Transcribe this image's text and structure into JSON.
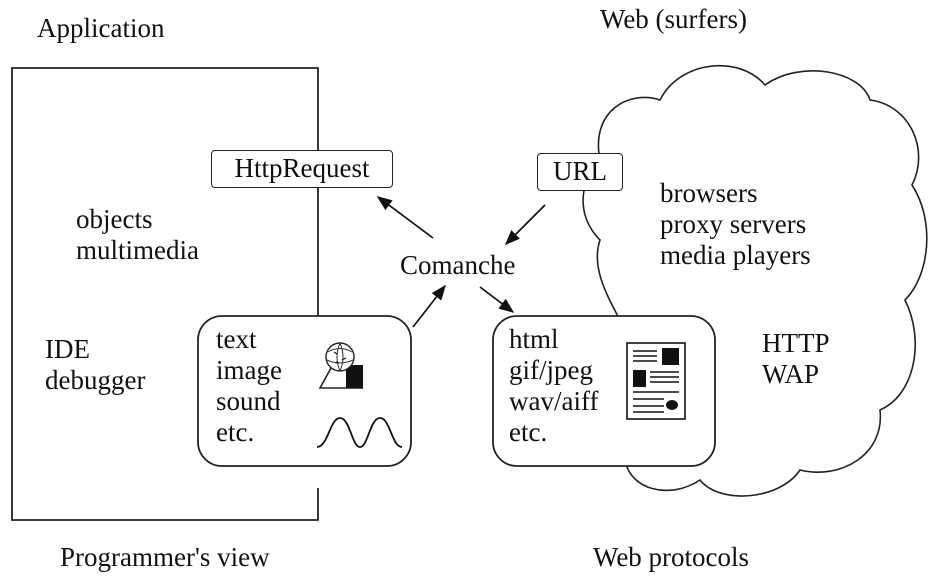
{
  "titles": {
    "application": "Application",
    "web_surfers": "Web (surfers)",
    "programmers_view": "Programmer's view",
    "web_protocols": "Web protocols"
  },
  "left_panel": {
    "features": [
      "objects",
      "multimedia"
    ],
    "tools": [
      "IDE",
      "debugger"
    ]
  },
  "center": {
    "comanche": "Comanche",
    "http_request": "HttpRequest",
    "url": "URL"
  },
  "media_left": {
    "items": [
      "text",
      "image",
      "sound",
      "etc."
    ],
    "icons": [
      "image-icon",
      "sound-wave-icon"
    ]
  },
  "media_right": {
    "items": [
      "html",
      "gif/jpeg",
      "wav/aiff",
      "etc."
    ],
    "icons": [
      "document-icon"
    ]
  },
  "cloud": {
    "clients": [
      "browsers",
      "proxy servers",
      "media players"
    ],
    "protocols": [
      "HTTP",
      "WAP"
    ]
  }
}
